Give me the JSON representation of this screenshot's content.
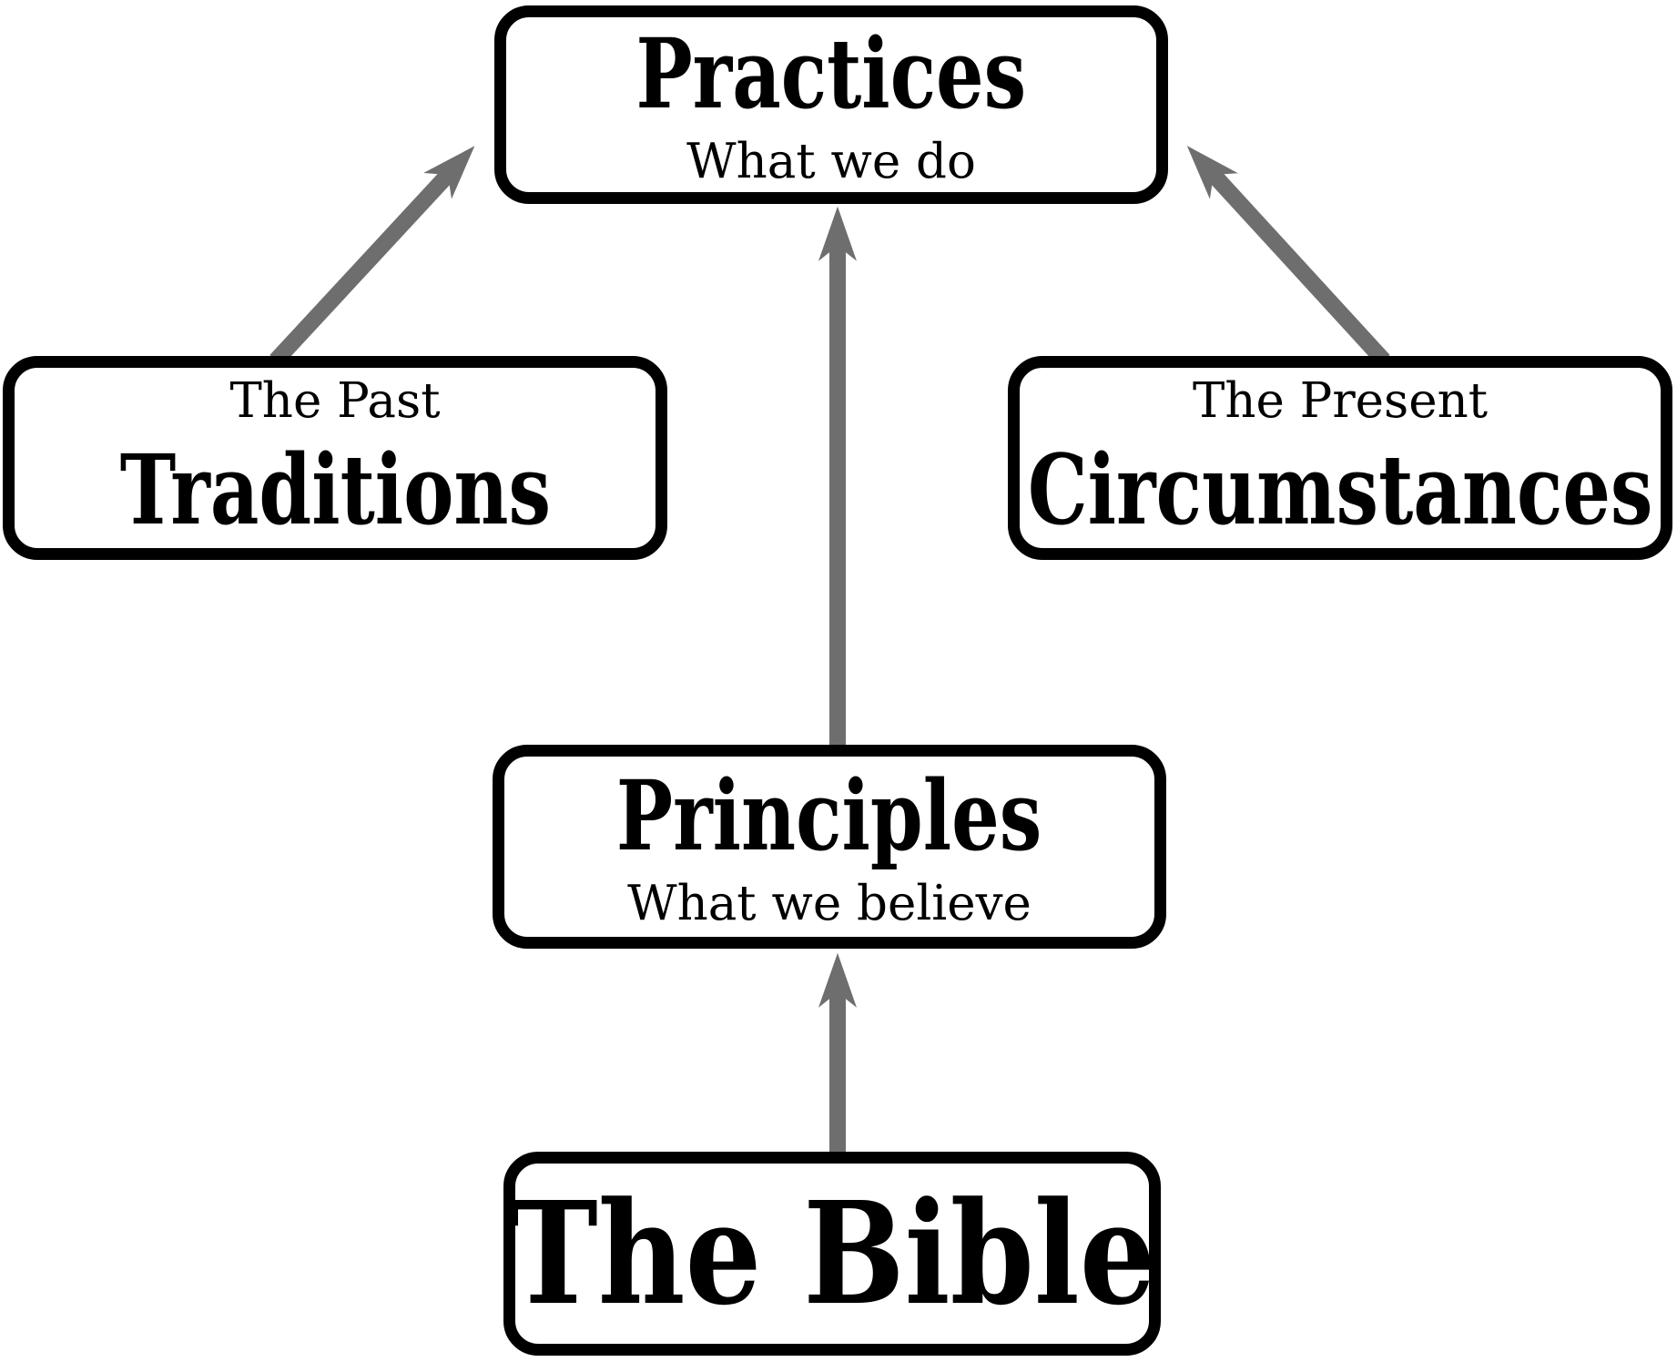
{
  "diagram": {
    "background_color": "#ffffff",
    "box_border_color": "#000000",
    "box_fill_color": "#ffffff",
    "text_color": "#000000",
    "arrow_color": "#6e6e6e",
    "nodes": [
      {
        "id": "practices",
        "title": "Practices",
        "subtitle": "What we do",
        "subtitle_position": "below"
      },
      {
        "id": "traditions",
        "title": "Traditions",
        "subtitle": "The Past",
        "subtitle_position": "above"
      },
      {
        "id": "circumstances",
        "title": "Circumstances",
        "subtitle": "The Present",
        "subtitle_position": "above"
      },
      {
        "id": "principles",
        "title": "Principles",
        "subtitle": "What we believe",
        "subtitle_position": "below"
      },
      {
        "id": "the-bible",
        "title": "The Bible",
        "subtitle": null,
        "subtitle_position": null
      }
    ],
    "edges": [
      {
        "from": "the-bible",
        "to": "practices-via-principles",
        "style": "straight-up-arrow"
      },
      {
        "from": "the-bible",
        "to": "principles",
        "style": "straight-up-arrow"
      },
      {
        "from": "traditions",
        "to": "practices",
        "style": "diagonal-up-right-arrow"
      },
      {
        "from": "circumstances",
        "to": "practices",
        "style": "diagonal-up-left-arrow"
      }
    ]
  }
}
